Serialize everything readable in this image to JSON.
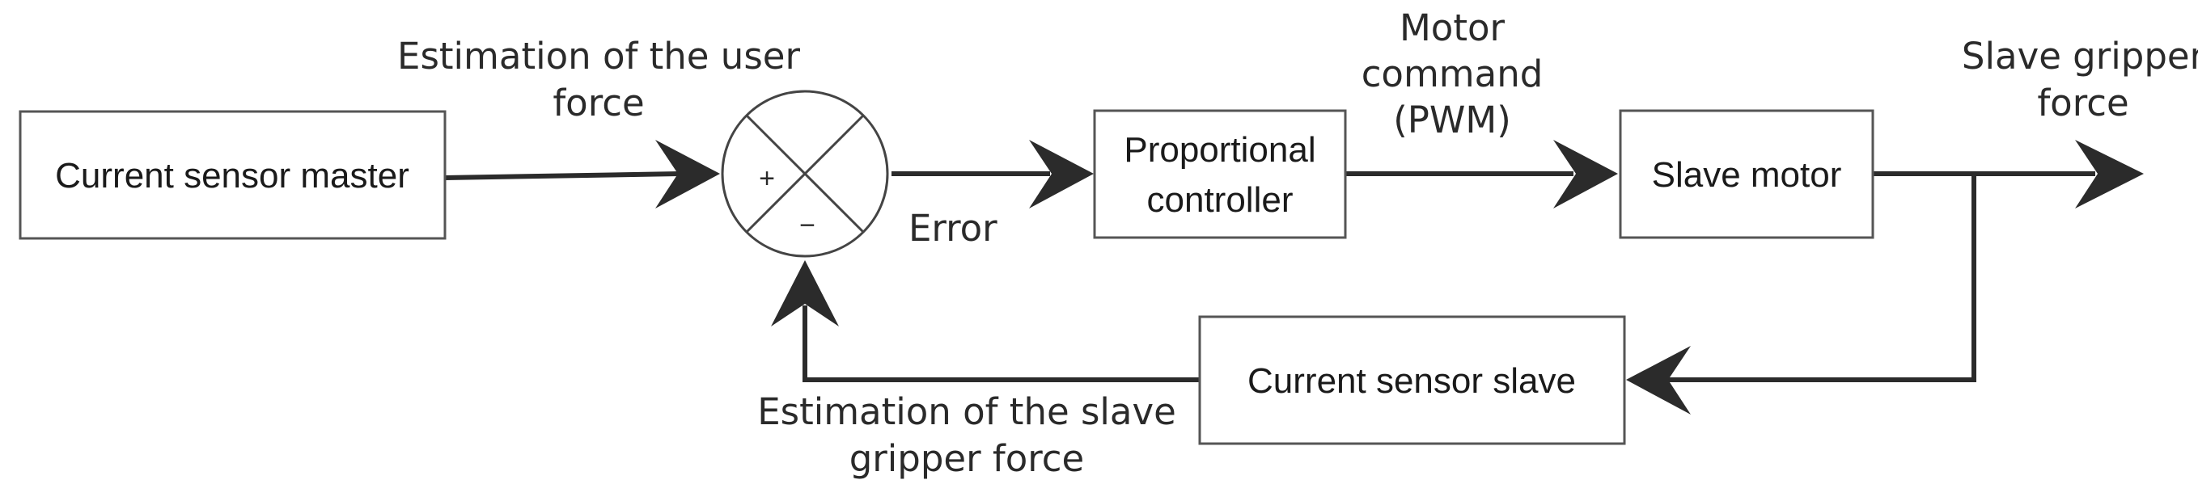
{
  "blocks": {
    "current_sensor_master": "Current sensor master",
    "proportional_controller_line1": "Proportional",
    "proportional_controller_line2": "controller",
    "slave_motor": "Slave motor",
    "current_sensor_slave": "Current sensor slave"
  },
  "summing_junction": {
    "plus_sign": "+",
    "minus_sign": "−"
  },
  "signals": {
    "user_force_line1": "Estimation of the user",
    "user_force_line2": "force",
    "error": "Error",
    "motor_command_line1": "Motor",
    "motor_command_line2": "command",
    "motor_command_line3": "(PWM)",
    "slave_gripper_force_line1": "Slave gripper",
    "slave_gripper_force_line2": "force",
    "slave_force_estimate_line1": "Estimation of the slave",
    "slave_force_estimate_line2": "gripper force"
  },
  "colors": {
    "wire": "#2b2b2b",
    "block_border": "#555555",
    "text": "#1a1a1a"
  }
}
